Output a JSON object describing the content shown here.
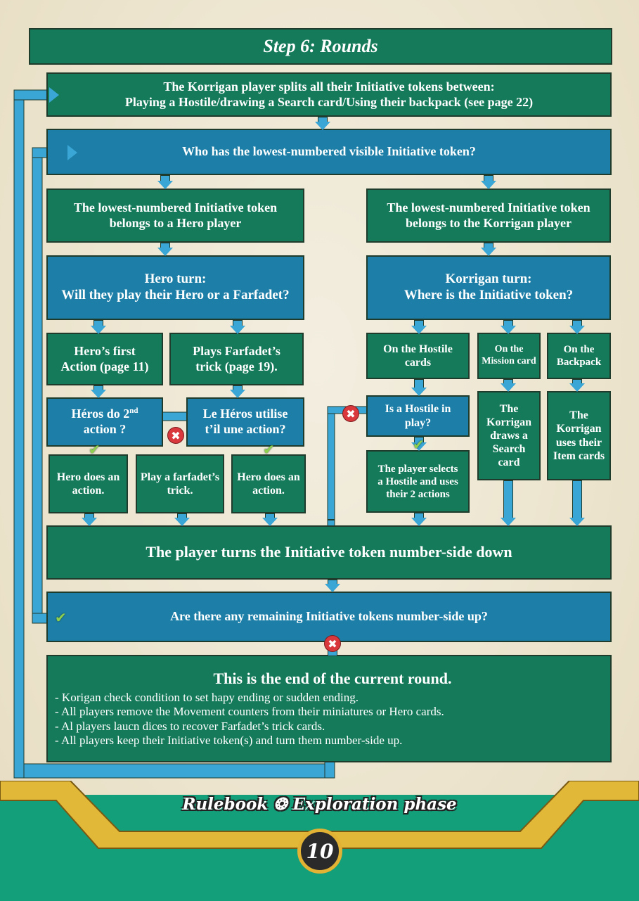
{
  "title": "Step 6: Rounds",
  "boxes": {
    "split": [
      "The Korrigan player splits all their Initiative tokens between:",
      "Playing a Hostile/drawing a Search card/Using their backpack (see page 22)"
    ],
    "who": "Who has the lowest-numbered visible Initiative token?",
    "hero_owner": [
      "The lowest-numbered Initiative token",
      "belongs to a Hero player"
    ],
    "korr_owner": [
      "The lowest-numbered Initiative token",
      "belongs to the Korrigan player"
    ],
    "hero_turn": [
      "Hero turn:",
      "Will they play their Hero or a Farfadet?"
    ],
    "korr_turn": [
      "Korrigan turn:",
      "Where is the Initiative token?"
    ],
    "hero_first": [
      "Hero’s first",
      "Action (page 11)"
    ],
    "plays_farf": [
      "Plays Farfadet’s",
      "trick (page 19)."
    ],
    "heros_do": [
      "Héros do 2",
      "nd",
      " action ?"
    ],
    "le_heros": [
      "Le Héros utilise",
      "t’il une action?"
    ],
    "hero_action_1": [
      "Hero does an",
      "action."
    ],
    "play_farf_trick": [
      "Play a farfadet’s",
      "trick."
    ],
    "hero_action_2": [
      "Hero does an",
      "action."
    ],
    "on_hostile": [
      "On the Hostile",
      "cards"
    ],
    "on_mission": [
      "On the",
      "Mission card"
    ],
    "on_backpack": [
      "On the",
      "Backpack"
    ],
    "is_hostile": [
      "Is a Hostile in",
      "play?"
    ],
    "draws_search": [
      "The",
      "Korrigan",
      "draws a",
      "Search",
      "card"
    ],
    "uses_items": [
      "The",
      "Korrigan",
      "uses their",
      "Item cards"
    ],
    "selects_hostile": [
      "The player selects",
      "a Hostile and uses",
      "their 2 actions"
    ],
    "turns_token": "The player turns the Initiative token number-side down",
    "remaining": "Are there any remaining Initiative tokens number-side up?",
    "end_title": "This is the end of the current round.",
    "end_items": [
      "- Korigan check condition to set hapy ending or sudden ending.",
      "- All players remove the Movement counters from their miniatures or Hero cards.",
      "- Al players laucn dices to recover Farfadet’s trick cards.",
      "- All players keep their Initiative token(s) and turn them number-side up."
    ]
  },
  "footer": {
    "title": "Rulebook ❂ Exploration phase",
    "page": "10"
  },
  "colors": {
    "green_box": "#157a5a",
    "blue_box": "#1d7fa7",
    "arrow": "#39a6d6",
    "footer_green": "#129f7a",
    "gold": "#e1b233"
  }
}
